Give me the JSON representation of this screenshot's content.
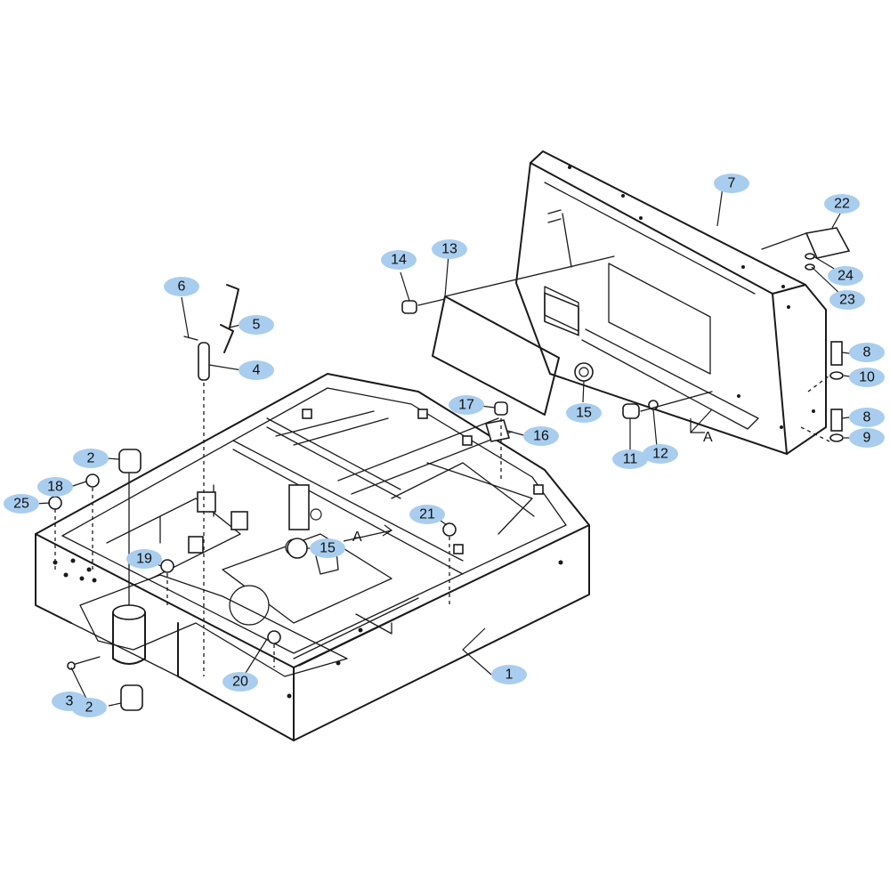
{
  "diagram": {
    "callouts": [
      "1",
      "2",
      "2",
      "3",
      "4",
      "5",
      "6",
      "7",
      "8",
      "8",
      "9",
      "10",
      "11",
      "12",
      "13",
      "14",
      "15",
      "15",
      "16",
      "17",
      "18",
      "19",
      "20",
      "21",
      "22",
      "23",
      "24",
      "25"
    ],
    "section_labels": [
      "A",
      "A"
    ],
    "colors": {
      "callout_bubble": "#a9cdee",
      "line": "#1a1a1a",
      "background": "#ffffff"
    }
  }
}
